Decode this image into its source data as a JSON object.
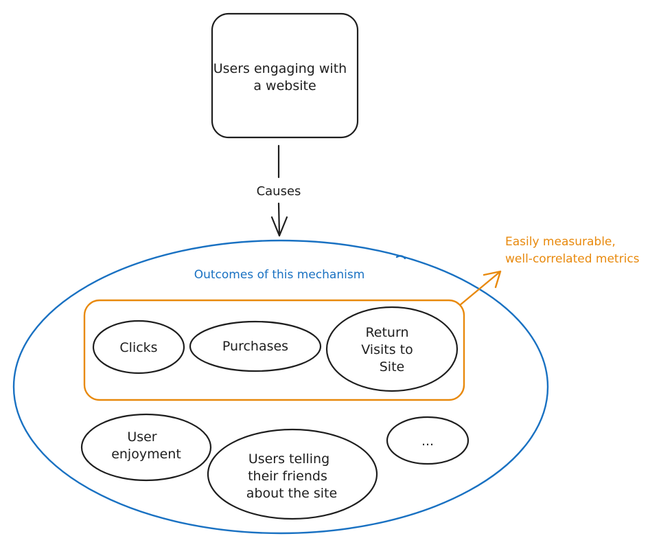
{
  "source": {
    "lines": [
      "Users engaging with",
      "a website"
    ]
  },
  "arrow_label": "Causes",
  "outcomes_title": "Outcomes of this mechanism",
  "metrics_label": {
    "lines": [
      "Easily measurable,",
      "well-correlated metrics"
    ]
  },
  "measurable_outcomes": [
    {
      "lines": [
        "Clicks"
      ]
    },
    {
      "lines": [
        "Purchases"
      ]
    },
    {
      "lines": [
        "Return",
        "Visits to",
        "Site"
      ]
    }
  ],
  "other_outcomes": [
    {
      "lines": [
        "User",
        "enjoyment"
      ]
    },
    {
      "lines": [
        "Users telling",
        "their friends",
        "about the site"
      ]
    },
    {
      "lines": [
        "..."
      ]
    }
  ],
  "colors": {
    "ink": "#1e1e1e",
    "outcomes_blue": "#1971c2",
    "metrics_orange": "#e8890c"
  }
}
